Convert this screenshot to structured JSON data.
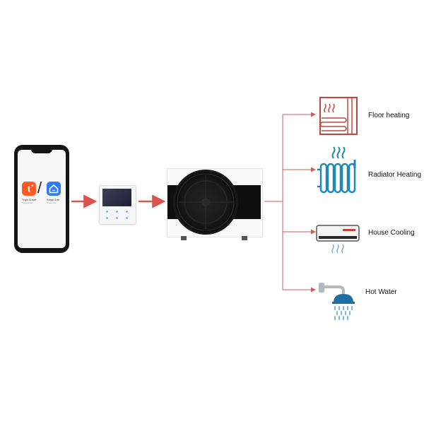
{
  "colors": {
    "arrow": "#d9534f",
    "line": "#c9605c",
    "icon_red": "#c2453f",
    "icon_blue": "#1e88b6"
  },
  "phone": {
    "apps": [
      {
        "name": "Tuya Smart",
        "sub": "Tuya Smart",
        "icon": "tuya-icon",
        "color": "#ff5a24"
      },
      {
        "name": "Smart Life",
        "sub": "Smart Life",
        "icon": "smart-life-icon",
        "color": "#2f7bff"
      }
    ],
    "separator": "/"
  },
  "outputs": [
    {
      "label": "Floor heating",
      "icon": "floor-heating-icon"
    },
    {
      "label": "Radiator Heating",
      "icon": "radiator-icon"
    },
    {
      "label": "House Cooling",
      "icon": "air-conditioner-icon"
    },
    {
      "label": "Hot Water",
      "icon": "shower-icon"
    }
  ]
}
